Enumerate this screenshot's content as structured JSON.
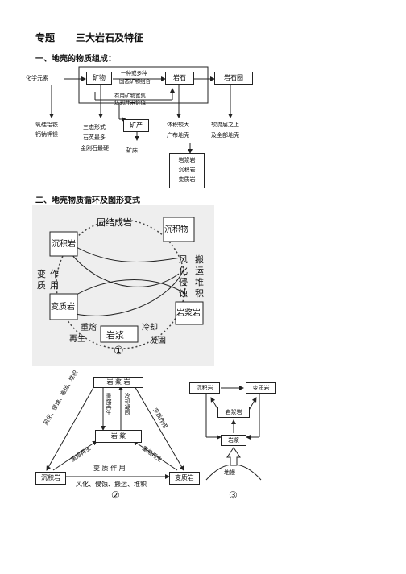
{
  "header": {
    "topic_label": "专题",
    "topic_title": "三大岩石及特征"
  },
  "section1": {
    "heading": "一、地壳的物质组成：",
    "nodes": {
      "chem": "化学元素",
      "mineral": "矿物",
      "rock": "岩石",
      "lithosphere": "岩石圈",
      "ore": "矿产",
      "three_rocks": [
        "岩浆岩",
        "沉积岩",
        "变质岩"
      ]
    },
    "arrow_labels": {
      "combine_1": "一种或多种",
      "combine_2": "国态矿物组合",
      "concentrate_1": "有用矿物富集",
      "concentrate_2": "达到开采价值"
    },
    "notes": {
      "elements_1": "氧硅铝铁",
      "elements_2": "钙钠钾镁",
      "mineral_1": "三态形式",
      "mineral_2": "石英最多",
      "mineral_3": "金刚石最硬",
      "ore_bed": "矿床",
      "rock_1": "体积较大",
      "rock_2": "广布地壳",
      "litho_1": "软流层之上",
      "litho_2": "及全部地壳"
    }
  },
  "section2": {
    "heading": "二、地壳物质循环及图形变式",
    "diagram1": {
      "top": "固结成岩",
      "sed_top_left": "沉积岩",
      "sed_top_right": "沉积物",
      "left_1": "变",
      "left_2": "质",
      "left_3": "作",
      "left_4": "用",
      "weather_1": "风",
      "weather_2": "化",
      "weather_3": "侵",
      "weather_4": "蚀",
      "transport_1": "搬",
      "transport_2": "运",
      "transport_3": "堆",
      "transport_4": "积",
      "meta_rock": "变质岩",
      "igneous_right": "岩浆岩",
      "remelt_1": "重熔",
      "remelt_2": "再生",
      "magma": "岩浆",
      "cool_1": "冷却",
      "cool_2": "凝固",
      "number": "①"
    },
    "diagram2": {
      "igneous": "岩 浆 岩",
      "magma": "岩 浆",
      "sed": "沉积岩",
      "meta": "变质岩",
      "remelt_v": "重熔再生",
      "cool_v": "冷却凝固",
      "left_diag": "风化、侵蚀、搬运、堆积",
      "right_diag": "变质作用",
      "remelt_left": "重熔再生",
      "remelt_right": "重熔再生",
      "bottom_top": "变 质 作 用",
      "bottom_bottom": "风化、侵蚀、搬运、堆积",
      "number": "②"
    },
    "diagram3": {
      "sed": "沉积岩",
      "meta": "变质岩",
      "igneous": "岩浆岩",
      "magma": "岩浆",
      "mantle": "地幔",
      "number": "③"
    }
  }
}
